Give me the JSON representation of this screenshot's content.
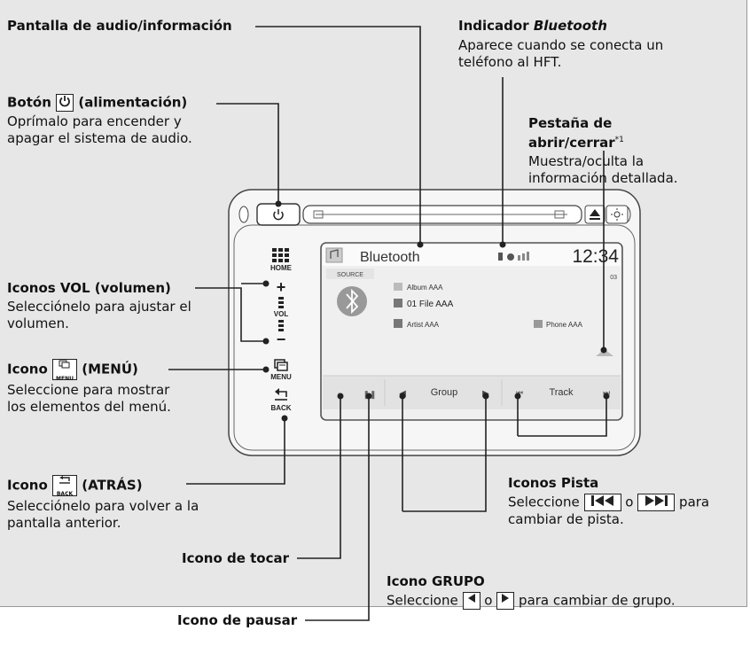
{
  "callouts": {
    "pantalla": {
      "title": "Pantalla de audio/información"
    },
    "indicador": {
      "title": "Indicador",
      "title_italic": "Bluetooth",
      "desc": "Aparece cuando se conecta un teléfono al HFT."
    },
    "boton": {
      "title_pre": "Botón",
      "title_post": "(alimentación)",
      "desc": "Oprímalo para encender y apagar el sistema de audio."
    },
    "pestana": {
      "title": "Pestaña de abrir/cerrar",
      "footnote": "*1",
      "desc": "Muestra/oculta la información detallada."
    },
    "vol": {
      "title": "Iconos VOL (volumen)",
      "desc": "Selecciónelo para ajustar el volumen."
    },
    "menu": {
      "title_pre": "Icono",
      "title_post": "(MENÚ)",
      "desc": "Seleccione para mostrar los elementos del menú."
    },
    "atras": {
      "title_pre": "Icono",
      "title_post": "(ATRÁS)",
      "desc": "Selecciónelo para volver a la pantalla anterior."
    },
    "pista": {
      "title": "Iconos Pista",
      "desc_pre": "Seleccione",
      "desc_mid": "o",
      "desc_post": "para cambiar de pista."
    },
    "tocar": {
      "title": "Icono de tocar"
    },
    "pausar": {
      "title": "Icono de pausar"
    },
    "grupo": {
      "title": "Icono GRUPO",
      "desc_pre": "Seleccione",
      "desc_mid": "o",
      "desc_post": "para cambiar de grupo."
    }
  },
  "device": {
    "home_label": "HOME",
    "vol_plus": "+",
    "vol_label": "VOL",
    "vol_minus": "−",
    "menu_label": "MENU",
    "back_label": "BACK",
    "screen": {
      "source_name": "Bluetooth",
      "source_tab": "SOURCE",
      "clock": "12:34",
      "track_no": "03",
      "album": "Album AAA",
      "file": "01 File AAA",
      "artist": "Artist AAA",
      "phone": "Phone AAA",
      "group_label": "Group",
      "track_label": "Track"
    }
  },
  "colors": {
    "panel_bg": "#e7e7e7",
    "screen_bg": "#efefef",
    "device_bg": "#f5f5f5",
    "leader": "#222222"
  }
}
